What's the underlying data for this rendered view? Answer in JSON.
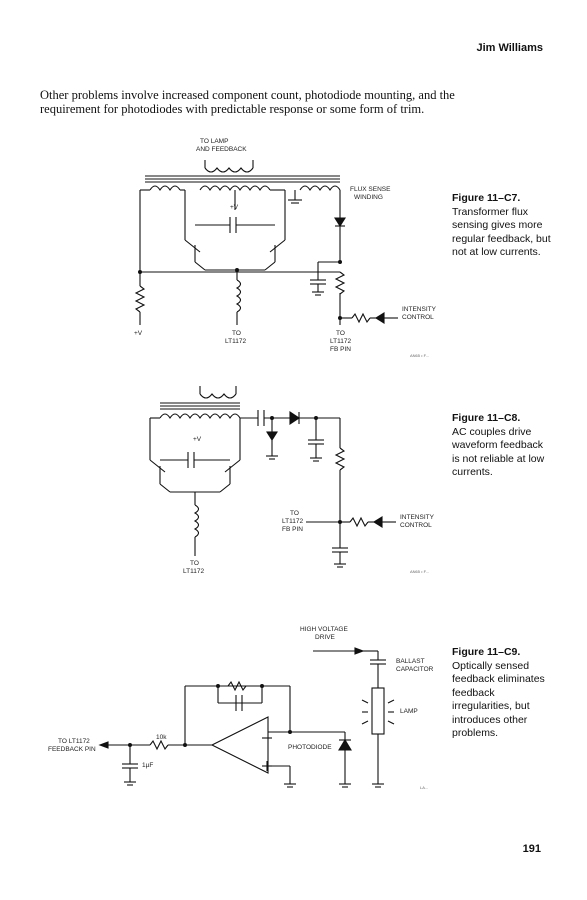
{
  "header": {
    "author": "Jim Williams"
  },
  "intro": {
    "text": "Other problems involve increased component count, photodiode mounting, and the requirement for photodiodes with predictable response or some form of trim."
  },
  "figures": [
    {
      "title": "Figure 11–C7.",
      "caption": "Transformer flux sensing gives more regular feedback, but not at low currents.",
      "labels": {
        "to_lamp": "TO LAMP",
        "and_feedback": "AND FEEDBACK",
        "flux_sense": "FLUX SENSE",
        "winding": "WINDING",
        "v_plus_inner": "+V",
        "v_plus_left": "+V",
        "to_lt1172_a": "TO",
        "to_lt1172_b": "LT1172",
        "to_fb_a": "TO",
        "to_fb_b": "LT1172",
        "to_fb_c": "FB PIN",
        "intensity": "INTENSITY",
        "control": "CONTROL",
        "code": "AN65 • F..."
      }
    },
    {
      "title": "Figure 11–C8.",
      "caption": "AC couples drive waveform feedback is not reliable at low currents.",
      "labels": {
        "v_plus": "+V",
        "to_fb_a": "TO",
        "to_fb_b": "LT1172",
        "to_fb_c": "FB PIN",
        "intensity": "INTENSITY",
        "control": "CONTROL",
        "to_lt_a": "TO",
        "to_lt_b": "LT1172",
        "code": "AN65 • F..."
      }
    },
    {
      "title": "Figure 11–C9.",
      "caption": "Optically sensed feedback eliminates feedback irregularities, but introduces other problems.",
      "labels": {
        "hv_a": "HIGH VOLTAGE",
        "hv_b": "DRIVE",
        "ballast_a": "BALLAST",
        "ballast_b": "CAPACITOR",
        "lamp": "LAMP",
        "photodiode": "PHOTODIODE",
        "to_lt_a": "TO LT1172",
        "to_lt_b": "FEEDBACK PIN",
        "r10k": "10k",
        "c1uf": "1µF",
        "code": "LA..."
      }
    }
  ],
  "page_number": "191"
}
